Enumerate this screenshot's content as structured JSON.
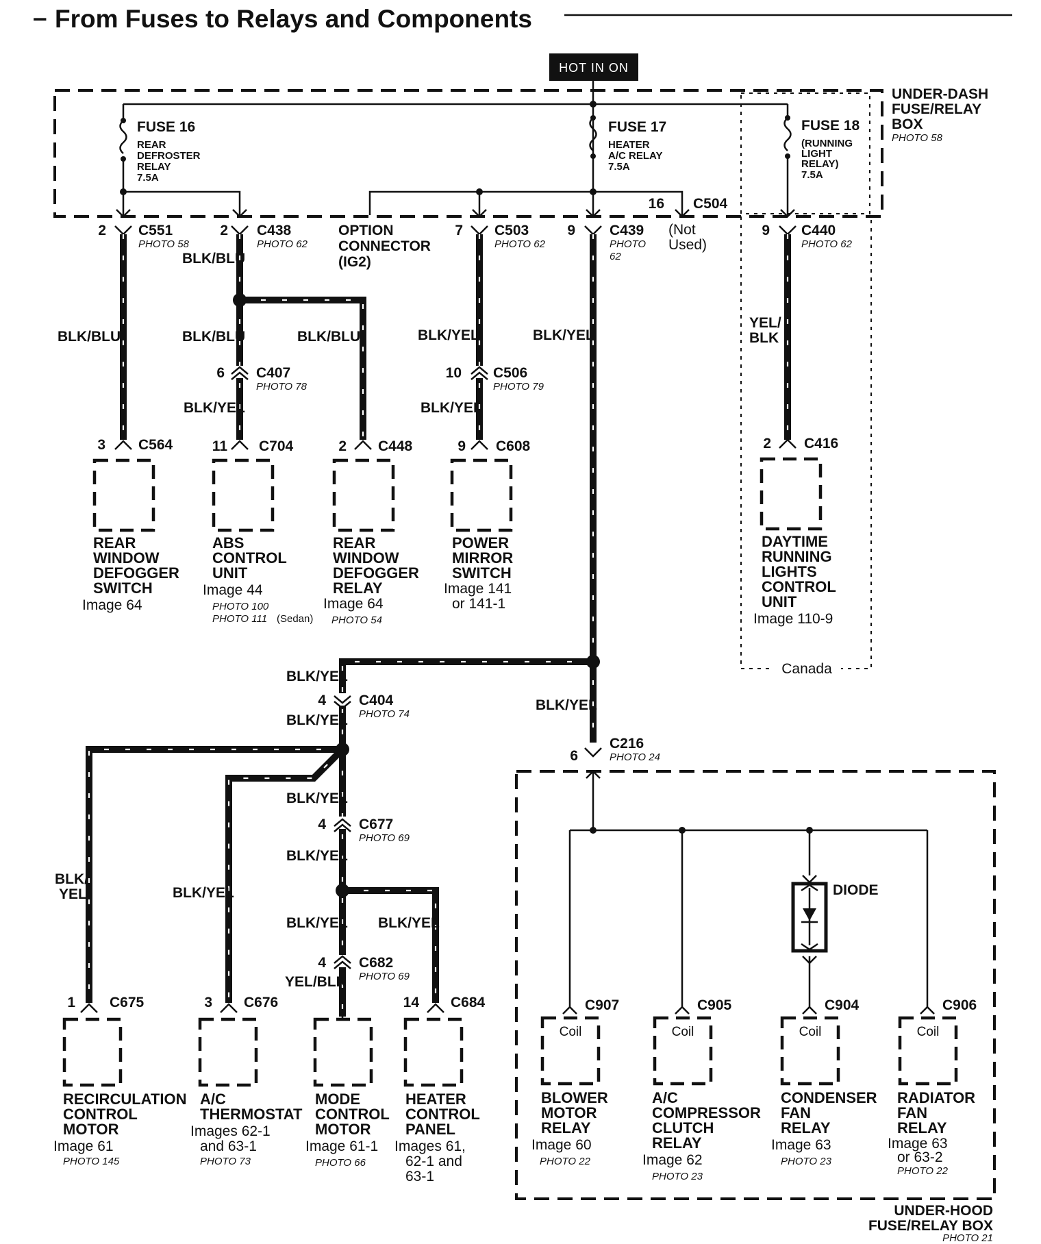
{
  "title": "From Fuses to Relays and Components",
  "hot_in_on": "HOT IN ON",
  "under_dash_box": {
    "line1": "UNDER-DASH",
    "line2": "FUSE/RELAY",
    "line3": "BOX",
    "photo": "PHOTO 58"
  },
  "under_hood_box": {
    "line1": "UNDER-HOOD",
    "line2": "FUSE/RELAY BOX",
    "photo": "PHOTO 21"
  },
  "canada_label": "Canada",
  "fuses": [
    {
      "name": "FUSE 16",
      "lines": [
        "REAR",
        "DEFROSTER",
        "RELAY",
        "7.5A"
      ]
    },
    {
      "name": "FUSE 17",
      "lines": [
        "HEATER",
        "A/C RELAY",
        "7.5A"
      ]
    },
    {
      "name": "FUSE 18",
      "lines": [
        "(RUNNING",
        "LIGHT",
        "RELAY)",
        "7.5A"
      ]
    }
  ],
  "connectors": [
    {
      "id": "c551",
      "pin": "2",
      "name": "C551",
      "photo": "PHOTO 58"
    },
    {
      "id": "c438",
      "pin": "2",
      "name": "C438",
      "photo": "PHOTO 62"
    },
    {
      "id": "c503",
      "pin": "7",
      "name": "C503",
      "photo": "PHOTO 62"
    },
    {
      "id": "c439",
      "pin": "9",
      "name": "C439",
      "photo": "PHOTO",
      "photo2": "62"
    },
    {
      "id": "c504",
      "pin": "16",
      "name": "C504",
      "photo": ""
    },
    {
      "id": "c440",
      "pin": "9",
      "name": "C440",
      "photo": "PHOTO 62"
    },
    {
      "id": "c407",
      "pin": "6",
      "name": "C407",
      "photo": "PHOTO 78"
    },
    {
      "id": "c506",
      "pin": "10",
      "name": "C506",
      "photo": "PHOTO 79"
    },
    {
      "id": "c564",
      "pin": "3",
      "name": "C564",
      "photo": ""
    },
    {
      "id": "c704",
      "pin": "11",
      "name": "C704",
      "photo": ""
    },
    {
      "id": "c448",
      "pin": "2",
      "name": "C448",
      "photo": ""
    },
    {
      "id": "c608",
      "pin": "9",
      "name": "C608",
      "photo": ""
    },
    {
      "id": "c416",
      "pin": "2",
      "name": "C416",
      "photo": ""
    },
    {
      "id": "c404",
      "pin": "4",
      "name": "C404",
      "photo": "PHOTO 74"
    },
    {
      "id": "c216",
      "pin": "6",
      "name": "C216",
      "photo": "PHOTO 24"
    },
    {
      "id": "c677",
      "pin": "4",
      "name": "C677",
      "photo": "PHOTO 69"
    },
    {
      "id": "c682",
      "pin": "4",
      "name": "C682",
      "photo": "PHOTO 69"
    },
    {
      "id": "c675",
      "pin": "1",
      "name": "C675",
      "photo": ""
    },
    {
      "id": "c676",
      "pin": "3",
      "name": "C676",
      "photo": ""
    },
    {
      "id": "c684",
      "pin": "14",
      "name": "C684",
      "photo": ""
    },
    {
      "id": "c907",
      "pin": "",
      "name": "C907",
      "photo": ""
    },
    {
      "id": "c905",
      "pin": "",
      "name": "C905",
      "photo": ""
    },
    {
      "id": "c904",
      "pin": "",
      "name": "C904",
      "photo": ""
    },
    {
      "id": "c906",
      "pin": "",
      "name": "C906",
      "photo": ""
    }
  ],
  "option_connector": [
    "OPTION",
    "CONNECTOR",
    "(IG2)"
  ],
  "not_used": [
    "(Not",
    "Used)"
  ],
  "wire_labels": {
    "blk_blu": "BLK/BLU",
    "blk_yel": "BLK/YEL",
    "yel": "YEL/",
    "blk": "BLK",
    "blk_slash": "BLK/",
    "yel_only": "YEL",
    "yel_blk": "YEL/BLK"
  },
  "diode": "DIODE",
  "coil": "Coil",
  "components": {
    "rear_defogger_switch": {
      "name": [
        "REAR",
        "WINDOW",
        "DEFOGGER",
        "SWITCH"
      ],
      "ref": [
        "Image 64"
      ],
      "photo": []
    },
    "abs_control_unit": {
      "name": [
        "ABS",
        "CONTROL",
        "UNIT"
      ],
      "ref": [
        "Image 44"
      ],
      "photo": [
        "PHOTO 100",
        "PHOTO 111"
      ],
      "note": "(Sedan)"
    },
    "rear_defogger_relay": {
      "name": [
        "REAR",
        "WINDOW",
        "DEFOGGER",
        "RELAY"
      ],
      "ref": [
        "Image 64"
      ],
      "photo": [
        "PHOTO 54"
      ]
    },
    "power_mirror_switch": {
      "name": [
        "POWER",
        "MIRROR",
        "SWITCH"
      ],
      "ref": [
        "Image 141",
        "or 141-1"
      ],
      "photo": []
    },
    "drl_control_unit": {
      "name": [
        "DAYTIME",
        "RUNNING",
        "LIGHTS",
        "CONTROL",
        "UNIT"
      ],
      "ref": [
        "Image 110-9"
      ],
      "photo": []
    },
    "recirculation_motor": {
      "name": [
        "RECIRCULATION",
        "CONTROL",
        "MOTOR"
      ],
      "ref": [
        "Image 61"
      ],
      "photo": [
        "PHOTO 145"
      ]
    },
    "ac_thermostat": {
      "name": [
        "A/C",
        "THERMOSTAT"
      ],
      "ref": [
        "Images 62-1",
        "and 63-1"
      ],
      "photo": [
        "PHOTO 73"
      ]
    },
    "mode_control_motor": {
      "name": [
        "MODE",
        "CONTROL",
        "MOTOR"
      ],
      "ref": [
        "Image 61-1"
      ],
      "photo": [
        "PHOTO 66"
      ]
    },
    "heater_control_panel": {
      "name": [
        "HEATER",
        "CONTROL",
        "PANEL"
      ],
      "ref": [
        "Images 61,",
        "62-1 and",
        "63-1"
      ],
      "photo": []
    },
    "blower_motor_relay": {
      "name": [
        "BLOWER",
        "MOTOR",
        "RELAY"
      ],
      "ref": [
        "Image 60"
      ],
      "photo": [
        "PHOTO 22"
      ]
    },
    "ac_compressor_clutch_relay": {
      "name": [
        "A/C",
        "COMPRESSOR",
        "CLUTCH",
        "RELAY"
      ],
      "ref": [
        "Image 62"
      ],
      "photo": [
        "PHOTO 23"
      ]
    },
    "condenser_fan_relay": {
      "name": [
        "CONDENSER",
        "FAN",
        "RELAY"
      ],
      "ref": [
        "Image 63"
      ],
      "photo": [
        "PHOTO 23"
      ]
    },
    "radiator_fan_relay": {
      "name": [
        "RADIATOR",
        "FAN",
        "RELAY"
      ],
      "ref": [
        "Image 63",
        "or 63-2"
      ],
      "photo": [
        "PHOTO 22"
      ]
    }
  }
}
